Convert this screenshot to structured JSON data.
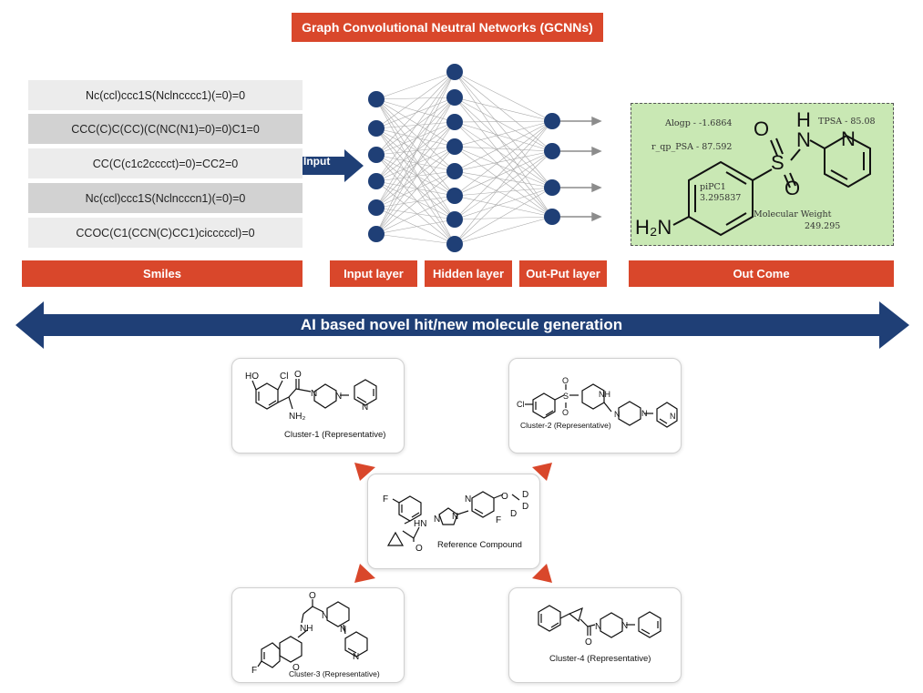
{
  "title": "Graph Convolutional Neutral Networks (GCNNs)",
  "smiles": [
    "Nc(ccl)ccc1S(Nclncccc1)(=0)=0",
    "CCC(C)C(CC)(C(NC(N1)=0)=0)C1=0",
    "CC(C(c1c2cccct)=0)=CC2=0",
    "Nc(ccl)ccc1S(Nclncccn1)(=0)=0",
    "CCOC(C1(CCN(C)CC1)cicccccl)=0"
  ],
  "input_label": "Input",
  "layer_labels": {
    "smiles": "Smiles",
    "input": "Input layer",
    "hidden": "Hidden layer",
    "output": "Out-Put layer",
    "outcome": "Out Come"
  },
  "outcome": {
    "alogp": "Alogp - -1.6864",
    "r_qp_psa": "r_qp_PSA - 87.592",
    "tpsa": "TPSA - 85.08",
    "pipc1_label": "piPC1",
    "pipc1_value": "3.295837",
    "mw_label": "Molecular Weight",
    "mw_value": "249.295",
    "atoms": {
      "o1": "O",
      "o2": "O",
      "s": "S",
      "n": "N",
      "h": "H",
      "n_ring": "N",
      "h2n": "H₂N"
    }
  },
  "banner": "AI based novel hit/new molecule generation",
  "clusters": [
    {
      "label": "Cluster-1 (Representative)",
      "atoms": [
        "HO",
        "Cl",
        "O",
        "N",
        "N",
        "N",
        "NH₂"
      ]
    },
    {
      "label": "Cluster-2 (Representative)",
      "atoms": [
        "Cl",
        "S",
        "O",
        "O",
        "NH",
        "N",
        "N",
        "N"
      ]
    },
    {
      "label": "Cluster-3 (Representative)",
      "atoms": [
        "O",
        "NH",
        "N",
        "N",
        "N",
        "F",
        "O"
      ]
    },
    {
      "label": "Cluster-4 (Representative)",
      "atoms": [
        "O",
        "N",
        "N"
      ]
    }
  ],
  "reference": {
    "label": "Reference Compound",
    "atoms": [
      "F",
      "HN",
      "N",
      "N",
      "N",
      "O",
      "D",
      "D",
      "D",
      "F",
      "O"
    ]
  },
  "colors": {
    "accent_red": "#d9472b",
    "navy": "#1f3f76",
    "outcome_bg": "#c9e8b4"
  }
}
